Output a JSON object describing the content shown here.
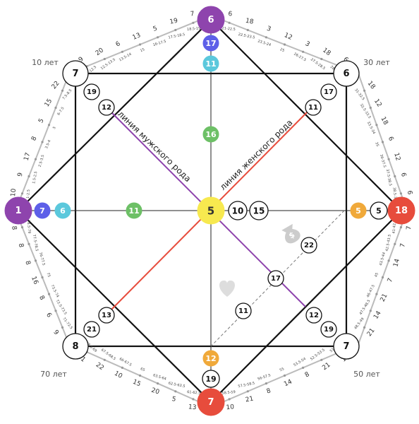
{
  "colors": {
    "purple": "#8e44ad",
    "red": "#e74c3c",
    "blue": "#5d5fe8",
    "cyan": "#5bc8dc",
    "green": "#6dc066",
    "yellow": "#f7e94f",
    "orange": "#f0a93a",
    "male_line": "#8e44ad",
    "female_line": "#e74c3c"
  },
  "nodes": {
    "top_big": "6",
    "top_blue": "17",
    "top_cyan": "11",
    "top_green": "16",
    "left_big": "1",
    "left_blue": "7",
    "left_cyan": "6",
    "left_green": "11",
    "center": "5",
    "center_right_1": "10",
    "center_right_2": "15",
    "right_big": "18",
    "right_orange": "5",
    "right_white": "5",
    "bottom_big": "7",
    "bottom_orange": "12",
    "bottom_white": "19",
    "corner_tl": "7",
    "corner_tr": "6",
    "corner_bl": "8",
    "corner_br": "7",
    "tl_inner_1": "19",
    "tl_inner_2": "12",
    "tr_inner_1": "17",
    "tr_inner_2": "11",
    "bl_inner_1": "13",
    "bl_inner_2": "21",
    "br_inner_1": "12",
    "br_inner_2": "19",
    "diag_22": "22",
    "diag_17": "17",
    "diag_11": "11"
  },
  "labels": {
    "male_line": "линия мужского рода",
    "female_line": "линия женского рода",
    "age_10": "10 лет",
    "age_30": "30 лет",
    "age_50": "50 лет",
    "age_70": "70 лет"
  },
  "ring": {
    "tl_numbers": [
      "9",
      "20",
      "6",
      "13",
      "5",
      "19",
      "7",
      "22",
      "15",
      "5",
      "8",
      "17",
      "9",
      "10"
    ],
    "tl_ages": [
      "11-12.5",
      "12.5-13.5",
      "13.5-14",
      "15",
      "16-17.5",
      "17.5-18.5",
      "18.5-19",
      "7.5-8.5",
      "6-7.5",
      "5",
      "3.5-4",
      "2.5-3.5",
      "1.5-2.5",
      "1-2.5"
    ],
    "tr_numbers": [
      "6",
      "18",
      "3",
      "12",
      "3",
      "18",
      "6",
      "18",
      "12",
      "18",
      "6",
      "12",
      "6",
      "6"
    ],
    "tr_ages": [
      "21-22.5",
      "22.5-23.5",
      "23.5-24",
      "25",
      "26-27.5",
      "27.5-28.5",
      "28.5-29",
      "31-32.5",
      "32.5-33.5",
      "33.5-34",
      "35",
      "36-37.5",
      "37.5-38.5",
      "38.5-39"
    ],
    "br_numbers": [
      "7",
      "7",
      "14",
      "7",
      "21",
      "14",
      "21",
      "10",
      "21",
      "8",
      "14",
      "8",
      "21",
      "10"
    ],
    "br_ages": [
      "41-42.5",
      "42.5-43.5",
      "43.5-44",
      "45",
      "46-47.5",
      "47.5-48.5",
      "48.5-49",
      "51-52.5",
      "52.5-53.5",
      "53.5-54",
      "55",
      "56-57.5",
      "57.5-58.5",
      "58.5-59"
    ],
    "bl_numbers": [
      "13",
      "5",
      "20",
      "15",
      "10",
      "22",
      "11",
      "9",
      "6",
      "8",
      "16",
      "8",
      "8",
      "8"
    ],
    "bl_ages": [
      "61-62.5",
      "62.5-63.5",
      "63.5-64",
      "65",
      "66-67.5",
      "67.5-68.5",
      "68.5-69",
      "71-72.5",
      "72.5-73.5",
      "73.5-74",
      "75",
      "76-77.5",
      "77.5-78.5",
      "78.5-79"
    ]
  }
}
